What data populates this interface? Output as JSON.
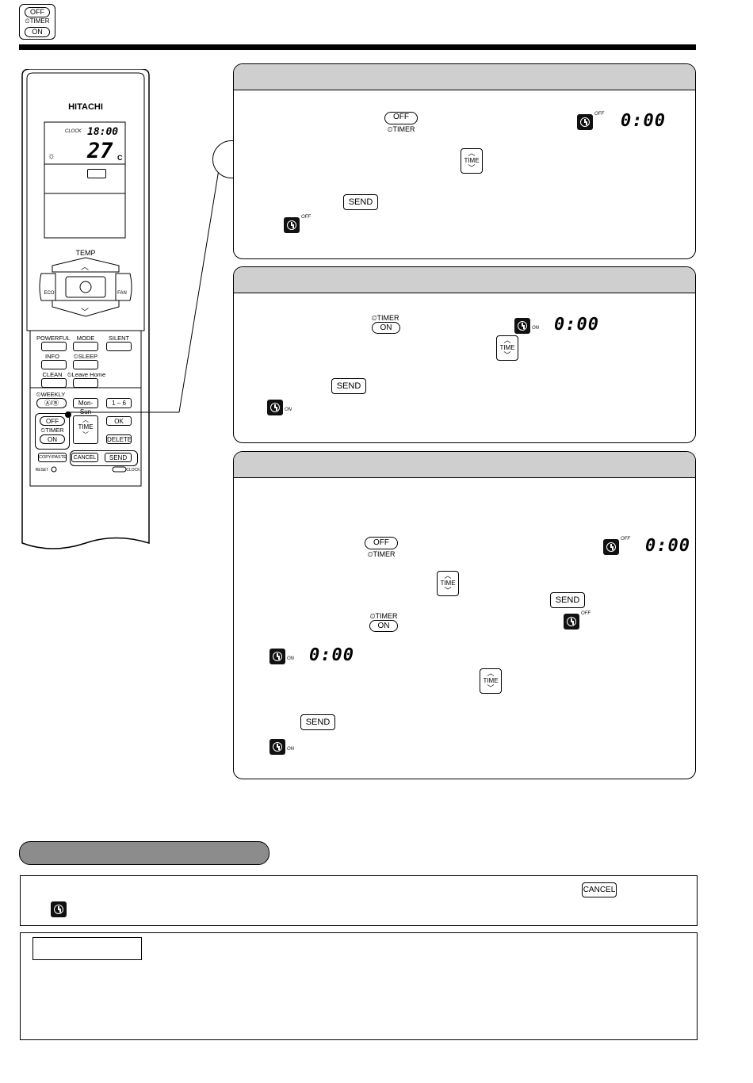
{
  "header": {
    "icon_off": "OFF",
    "icon_timer": "⏲TIMER",
    "icon_on": "ON"
  },
  "remote": {
    "brand": "HITACHI",
    "clock_label": "CLOCK",
    "clock_time": "18:00",
    "temp_value": "27",
    "temp_unit": "C",
    "temp_label": "TEMP",
    "eco": "ECO",
    "fan": "FAN",
    "powerful": "POWERFUL",
    "mode": "MODE",
    "silent": "SILENT",
    "info": "INFO",
    "sleep": "⏲SLEEP",
    "clean": "CLEAN",
    "leave_home": "⏲Leave Home",
    "weekly": "⏲WEEKLY",
    "weekly_btn": "Ⓐ/Ⓑ",
    "mon_sun": "Mon-Sun",
    "one_six": "1 – 6",
    "off": "OFF",
    "timer": "⏲TIMER",
    "on": "ON",
    "time": "TIME",
    "ok": "OK",
    "delete": "DELETE",
    "copy_paste": "COPY/PASTE",
    "cancel": "CANCEL",
    "send": "SEND",
    "reset": "RESET",
    "clock": "CLOCK"
  },
  "panel1": {
    "off": "OFF",
    "timer": "⏲TIMER",
    "sup_off": "OFF",
    "time_display": "0:00",
    "time_btn": "TIME",
    "send": "SEND",
    "sup_off2": "OFF"
  },
  "panel2": {
    "timer": "⏲TIMER",
    "on": "ON",
    "sup_on": "ON",
    "time_display": "0:00",
    "time_btn": "TIME",
    "send": "SEND",
    "sup_on2": "ON"
  },
  "panel3": {
    "off": "OFF",
    "timer": "⏲TIMER",
    "sup_off": "OFF",
    "time_display": "0:00",
    "time_btn": "TIME",
    "send": "SEND",
    "timer2": "⏲TIMER",
    "on": "ON",
    "sup_off2": "OFF",
    "sup_on": "ON",
    "time_display2": "0:00",
    "time_btn2": "TIME",
    "send2": "SEND",
    "sup_on2": "ON"
  },
  "cancel_box": {
    "cancel": "CANCEL"
  }
}
